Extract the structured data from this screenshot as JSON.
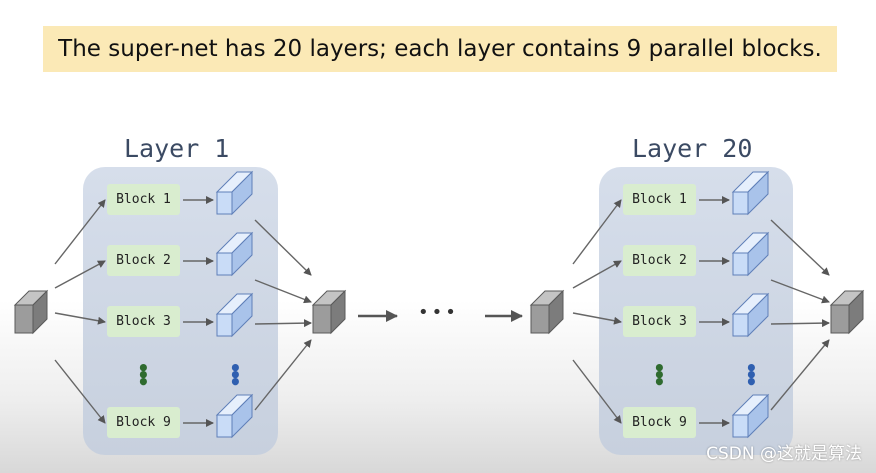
{
  "banner": "The super-net has 20 layers; each layer contains 9 parallel blocks.",
  "layers": [
    {
      "title": "Layer 1",
      "blocks": [
        "Block 1",
        "Block 2",
        "Block 3",
        "Block 9"
      ]
    },
    {
      "title": "Layer 20",
      "blocks": [
        "Block 1",
        "Block 2",
        "Block 3",
        "Block 9"
      ]
    }
  ],
  "ellipsis": "•••",
  "vertical_dots": "•\n•\n•",
  "watermark": "CSDN @这就是算法",
  "colors": {
    "banner_bg": "#fbe9b6",
    "panel_bg": "#cdd6e3",
    "block_bg": "#d9edcf",
    "gray_tensor": "#9a9a9a",
    "blue_tensor": "#c9dcf7",
    "green_dots": "#2f6b2f",
    "blue_dots": "#2f5fb0"
  }
}
